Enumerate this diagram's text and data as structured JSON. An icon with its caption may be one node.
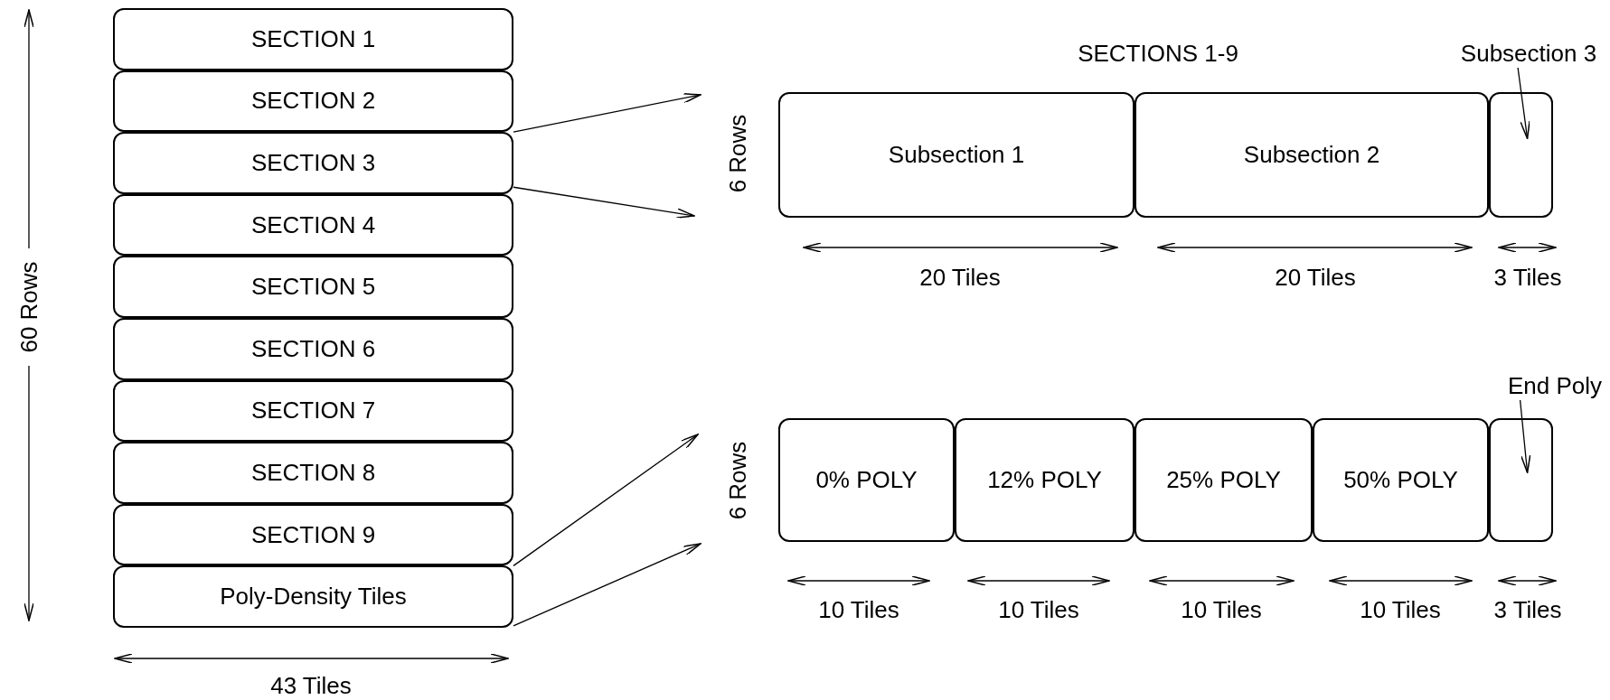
{
  "diagram": {
    "nodes": [
      {
        "text": [
          "SECTION 1"
        ]
      },
      {
        "text": [
          "SECTION 2"
        ]
      },
      {
        "text": [
          "SECTION 3"
        ]
      },
      {
        "text": [
          "SECTION 4"
        ]
      },
      {
        "text": [
          "SECTION 5"
        ]
      },
      {
        "text": [
          "SECTION 6"
        ]
      },
      {
        "text": [
          "SECTION 7"
        ]
      },
      {
        "text": [
          "SECTION 8"
        ]
      },
      {
        "text": [
          "SECTION 9"
        ]
      },
      {
        "text": [
          "Poly-Density Tiles"
        ]
      },
      {
        "text": [
          "Subsection 1"
        ]
      },
      {
        "text": [
          "Subsection 2"
        ]
      },
      {
        "text": [],
        "shape": "box"
      },
      {
        "text": [
          "Subsection 3"
        ]
      },
      {
        "text": [
          "0% POLY"
        ]
      },
      {
        "text": [
          "12% POLY"
        ]
      },
      {
        "text": [
          "25% POLY"
        ]
      },
      {
        "text": [
          "50% POLY"
        ]
      },
      {
        "text": [],
        "shape": "box"
      },
      {
        "text": [
          "End Poly"
        ]
      }
    ],
    "edges": [
      {
        "from": 2,
        "to": null,
        "arrow": "to"
      },
      {
        "from": 2,
        "to": null,
        "arrow": "to"
      },
      {
        "from": 9,
        "to": null,
        "arrow": "to"
      },
      {
        "from": 9,
        "to": null,
        "arrow": "to"
      },
      {
        "from": 13,
        "to": 12,
        "arrow": "to"
      },
      {
        "from": 19,
        "to": 18,
        "arrow": "to"
      }
    ],
    "labels": [
      "60 Rows",
      "43 Tiles",
      "SECTIONS 1-9",
      "6 Rows",
      "20 Tiles",
      "20 Tiles",
      "3 Tiles",
      "6 Rows",
      "10 Tiles",
      "10 Tiles",
      "10 Tiles",
      "10 Tiles",
      "3 Tiles"
    ]
  }
}
